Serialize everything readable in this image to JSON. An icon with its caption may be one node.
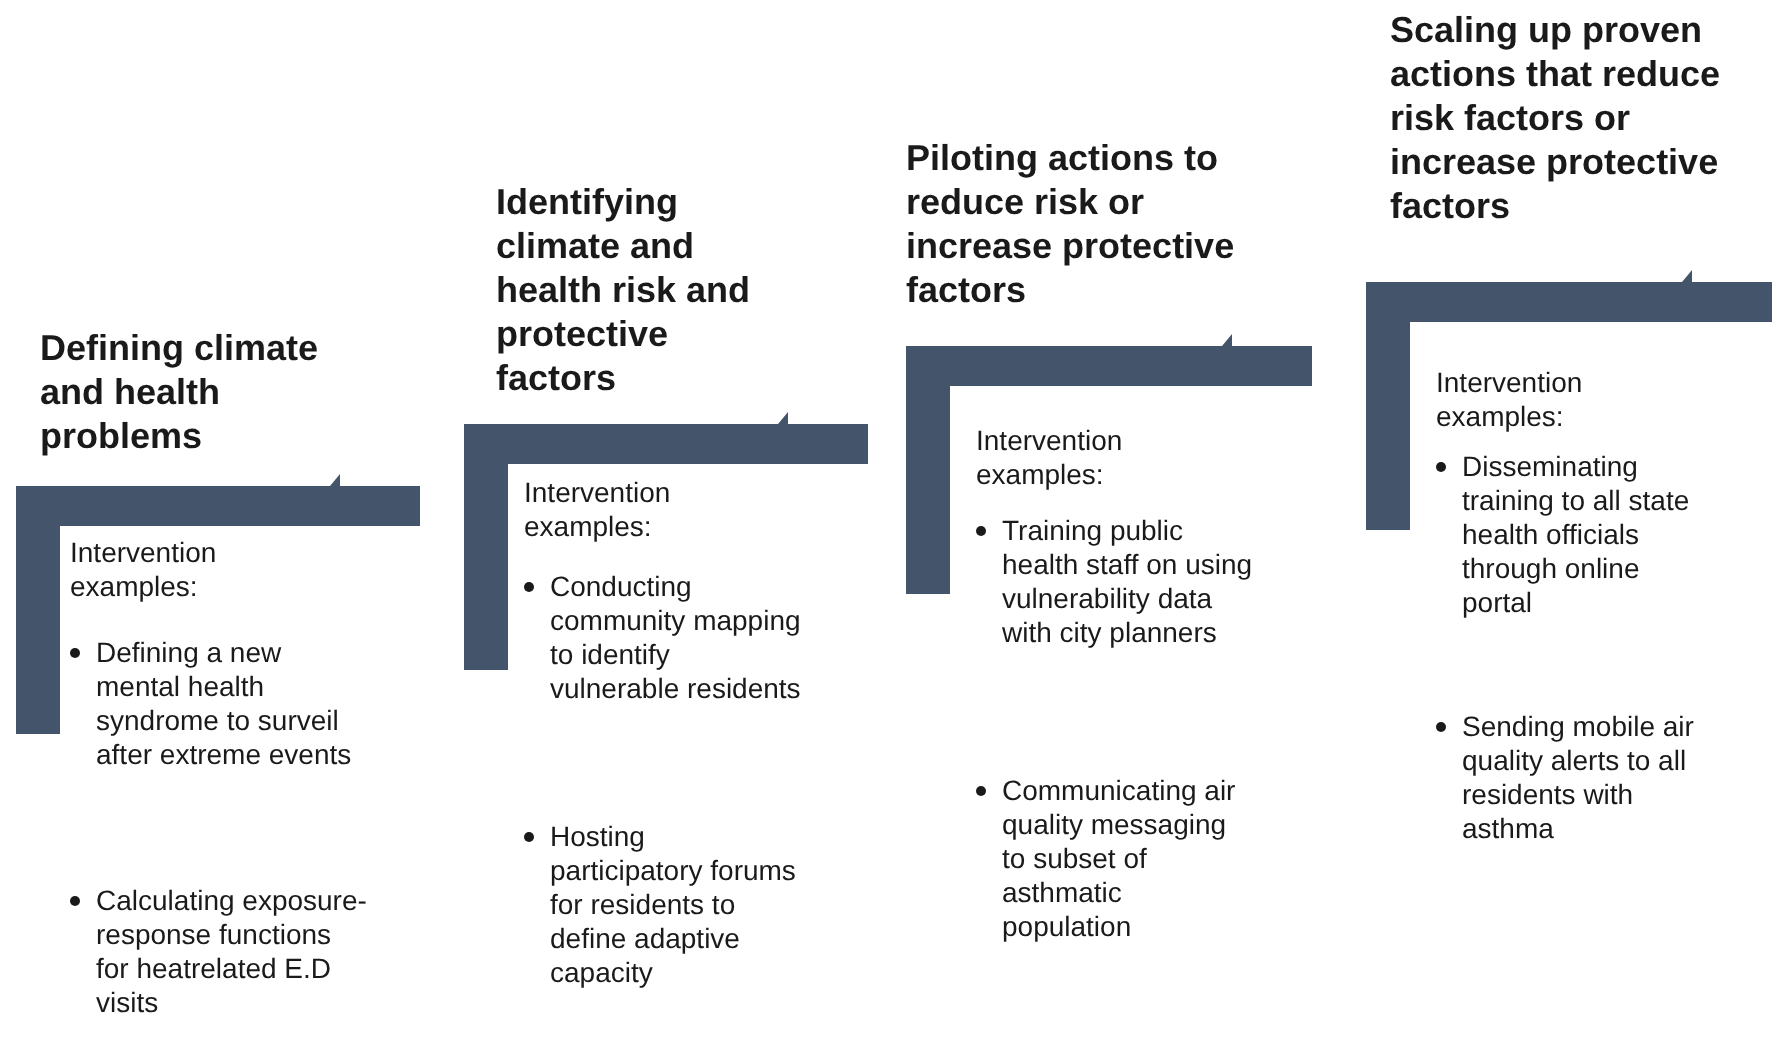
{
  "diagram": {
    "nodes": [
      {
        "text": [
          "Defining climate and health problems",
          "Intervention examples:",
          "Defining a new mental health syndrome to surveil after extreme events",
          "Calculating exposure-response functions for heatrelated E.D visits"
        ]
      },
      {
        "text": [
          "Identifying climate and health risk and protective factors",
          "Intervention examples:",
          "Conducting community mapping to identify vulnerable residents",
          "Hosting participatory forums for residents to define adaptive capacity"
        ]
      },
      {
        "text": [
          "Piloting actions to reduce risk or increase protective factors",
          "Intervention examples:",
          "Training public health staff on using vulnerability data with city planners",
          "Communicating air quality messaging to subset of asthmatic population"
        ]
      },
      {
        "text": [
          "Scaling up proven actions that reduce risk factors or increase protective factors",
          "Intervention examples:",
          "Disseminating training to all state health officials through online portal",
          "Sending mobile air quality alerts to all residents with asthma"
        ]
      }
    ]
  }
}
